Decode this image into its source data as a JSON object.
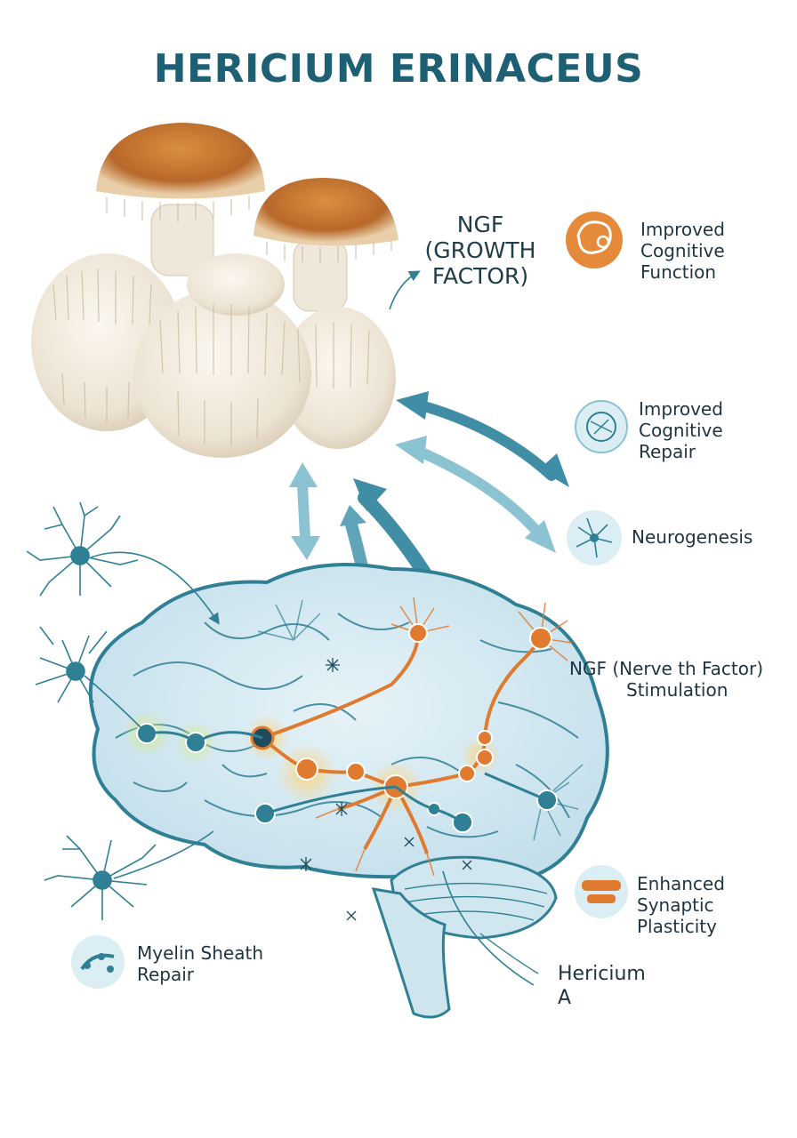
{
  "title": "HERICIUM ERINACEUS",
  "ngf_label": [
    "NGF",
    "(GROWTH",
    "FACTOR)"
  ],
  "benefits": [
    {
      "lines": [
        "Improved",
        "Cognitive",
        "Function"
      ],
      "icon": "brain-gear-icon",
      "color": "#e58a3a"
    },
    {
      "lines": [
        "Improved",
        "Cognitive",
        "Repair"
      ],
      "icon": "cell-repair-icon",
      "color": "#2f7f95"
    },
    {
      "lines": [
        "Neurogenesis"
      ],
      "icon": "neuron-icon",
      "color": "#2f7f95"
    },
    {
      "lines": [
        "NGF (Nerve th Factor)",
        "Stimulation"
      ],
      "icon": "",
      "color": "#2f7f95"
    },
    {
      "lines": [
        "Enhanced",
        "Synaptic Plasticity"
      ],
      "icon": "synapse-icon",
      "color": "#e58a3a"
    },
    {
      "lines": [
        "Myelin Sheath",
        "Repair"
      ],
      "icon": "myelin-icon",
      "color": "#2f7f95"
    },
    {
      "lines": [
        "Hericium",
        "A"
      ],
      "icon": "",
      "color": "#1f3440"
    }
  ],
  "colors": {
    "teal": "#2f7f95",
    "light_teal": "#8cc3d3",
    "orange": "#e07a2e",
    "brain_fill": "#d8ecf3",
    "title": "#1d5f73"
  }
}
